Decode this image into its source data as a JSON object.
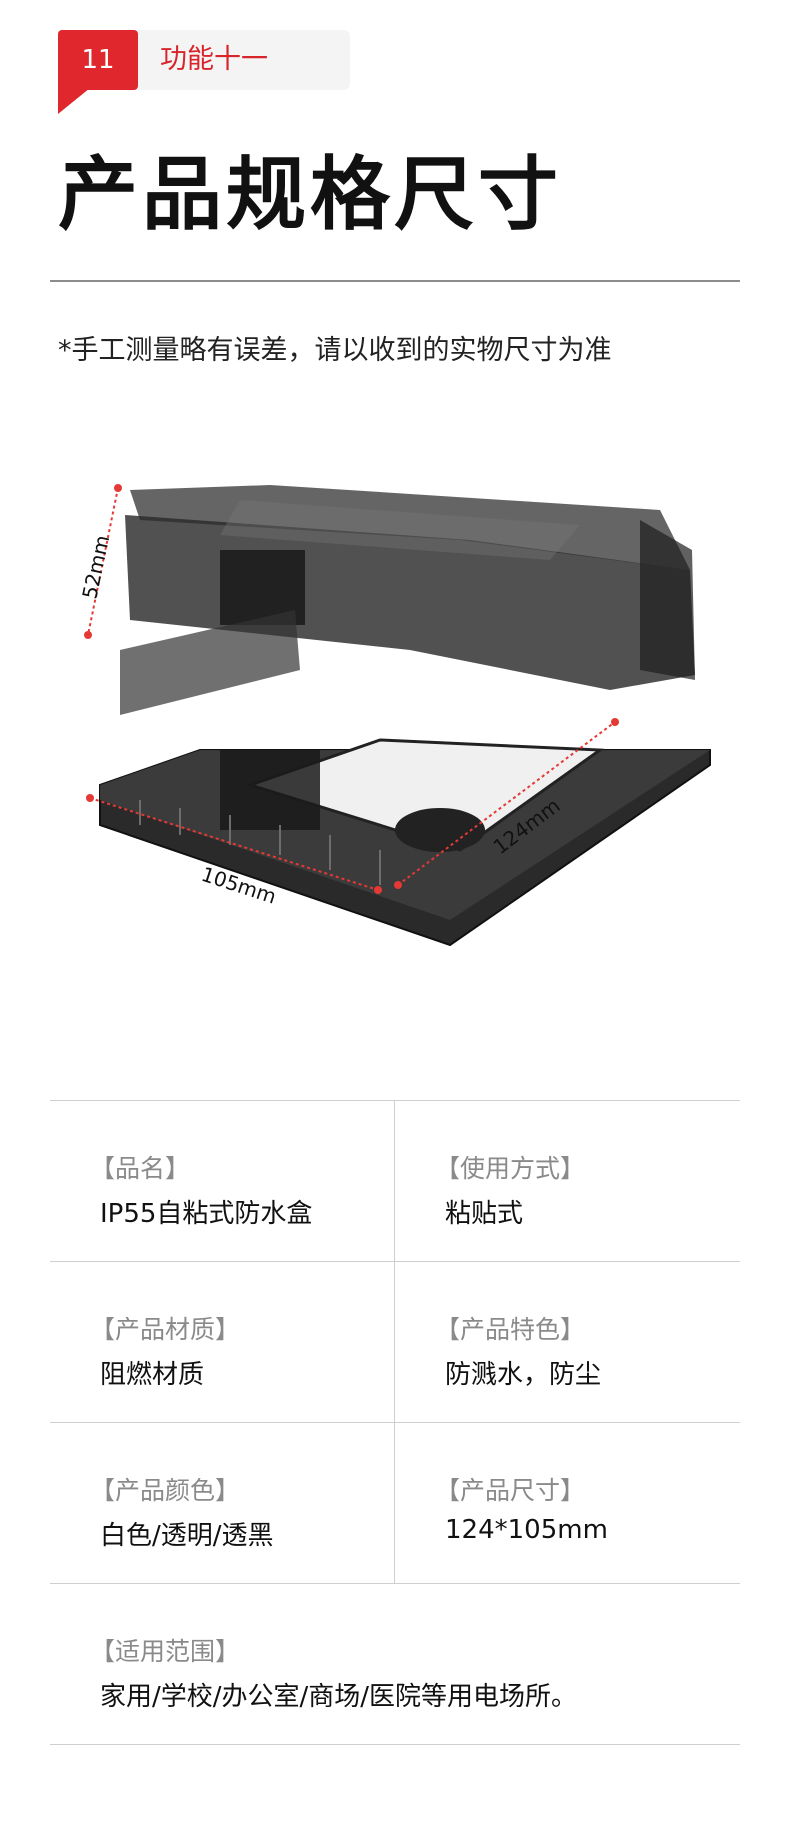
{
  "badge": {
    "number": "11",
    "text": "功能十一"
  },
  "title": "产品规格尺寸",
  "note": "*手工测量略有误差，请以收到的实物尺寸为准",
  "dimensions": {
    "height": "52mm",
    "width": "105mm",
    "length": "124mm"
  },
  "colors": {
    "accent": "#e0272d",
    "badge_bg": "#f4f4f4",
    "dimension_line": "#e53935"
  },
  "specs": [
    {
      "left": {
        "label": "【品名】",
        "value": "IP55自粘式防水盒"
      },
      "right": {
        "label": "【使用方式】",
        "value": "粘贴式"
      }
    },
    {
      "left": {
        "label": "【产品材质】",
        "value": "阻燃材质"
      },
      "right": {
        "label": "【产品特色】",
        "value": "防溅水，防尘"
      }
    },
    {
      "left": {
        "label": "【产品颜色】",
        "value": "白色/透明/透黑"
      },
      "right": {
        "label": "【产品尺寸】",
        "value": "124*105mm"
      }
    }
  ],
  "scope": {
    "label": "【适用范围】",
    "value": "家用/学校/办公室/商场/医院等用电场所。"
  }
}
